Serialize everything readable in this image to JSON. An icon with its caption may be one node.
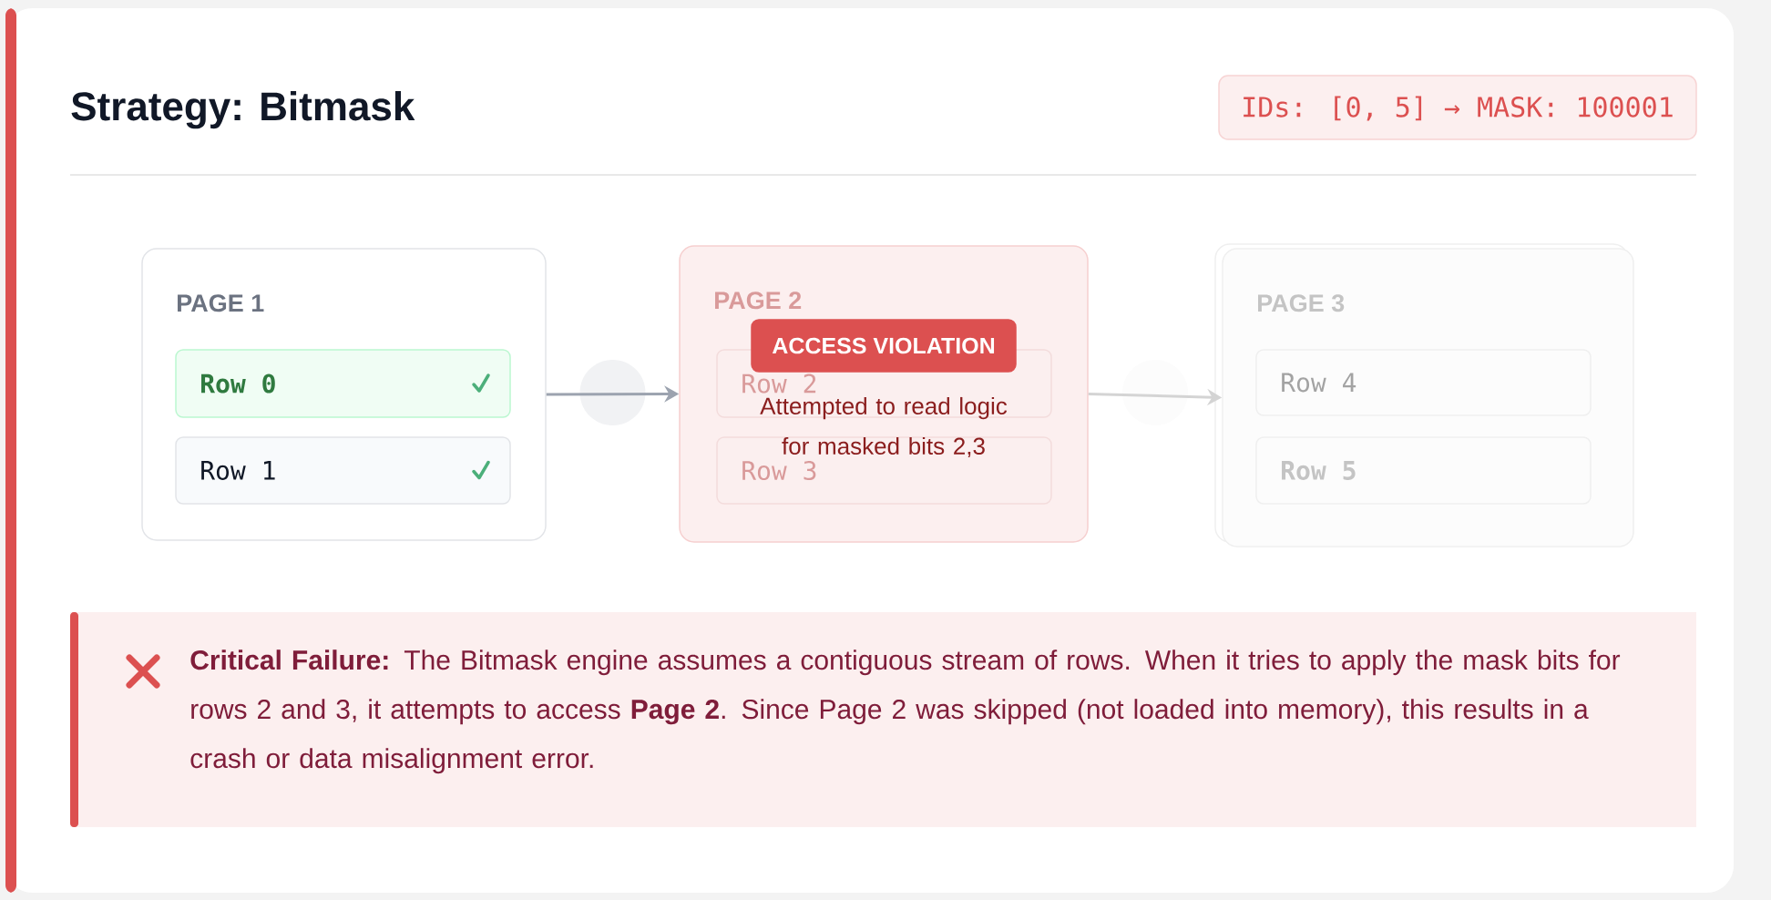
{
  "diagram": {
    "title": "Strategy: Bitmask",
    "nodes": [
      {
        "text": [
          "PAGE 1"
        ]
      },
      {
        "text": [
          "Row 0"
        ],
        "in": 0
      },
      {
        "text": [
          "Row 1"
        ],
        "in": 0
      },
      {
        "text": [
          "PAGE 2",
          "Attempted to read logic for masked bits 2,3"
        ]
      },
      {
        "text": [
          "Row 2"
        ],
        "in": 3
      },
      {
        "text": [
          "Row 3"
        ],
        "in": 3
      },
      {
        "text": [
          "ACCESS VIOLATION"
        ],
        "in": 3
      },
      {
        "text": [
          "PAGE 3"
        ]
      },
      {
        "text": [
          "Row 4"
        ],
        "in": 7
      },
      {
        "text": [
          "Row 5"
        ],
        "in": 7
      },
      {
        "text": [
          "**Critical Failure:** The Bitmask engine assumes a contiguous stream of rows. When it tries to apply the mask bits for rows 2 and 3, it attempts to access **Page 2**. Since Page 2 was skipped (not loaded into memory), this results in a crash or data misalignment error."
        ]
      }
    ],
    "edges": [
      {
        "from": 0,
        "to": 3,
        "arrow": "to"
      },
      {
        "from": 3,
        "to": 7,
        "arrow": "to",
        "color": "#d4d4d4"
      }
    ],
    "labels": [
      "IDs: [0, 5] → MASK: 100001"
    ]
  }
}
